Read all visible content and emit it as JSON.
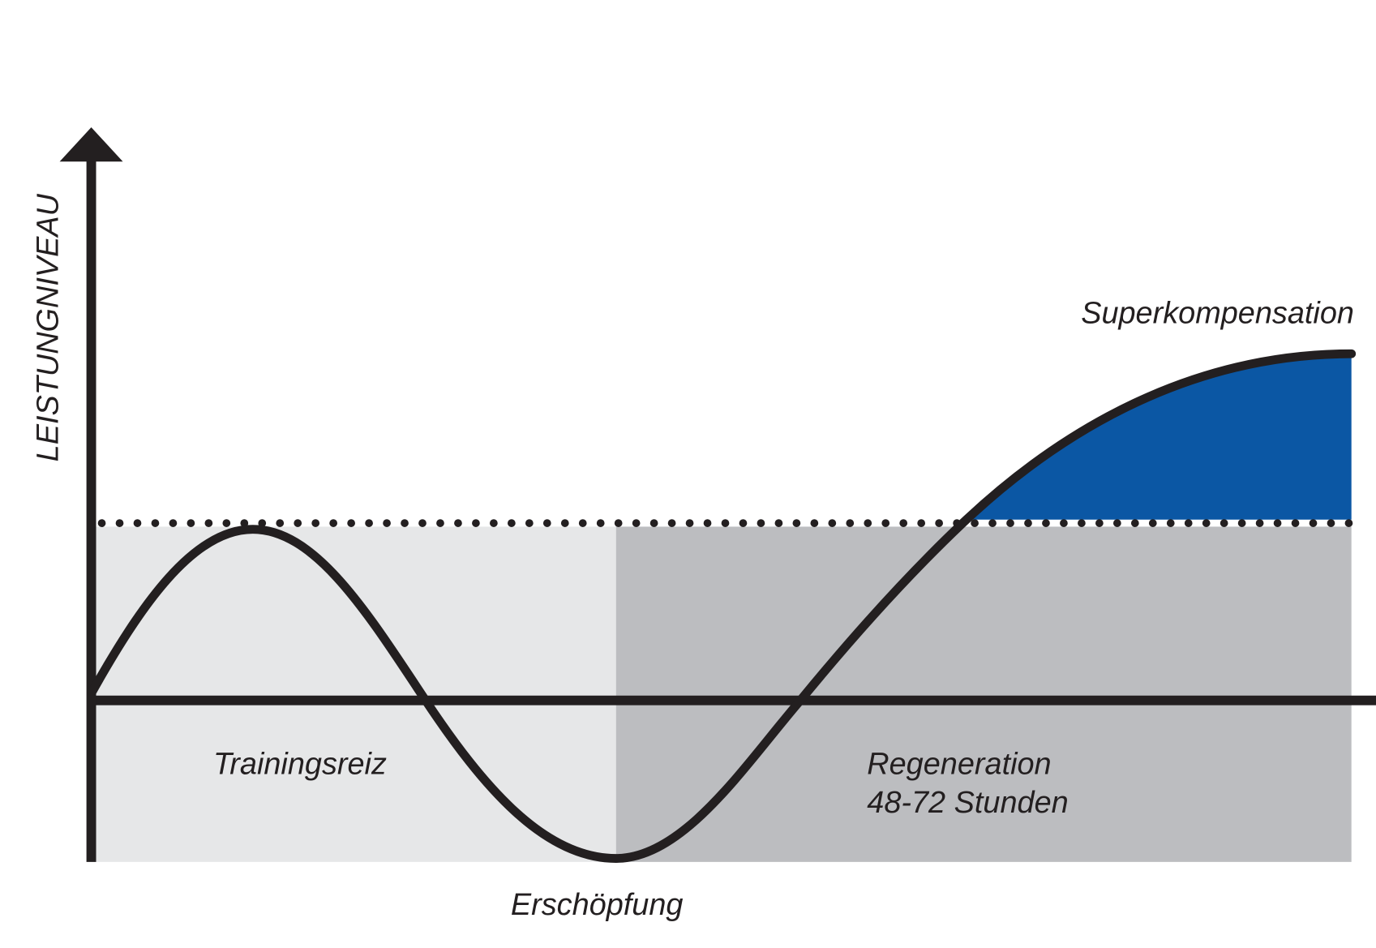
{
  "labels": {
    "y_axis": "LEISTUNGNIVEAU",
    "superkompensation": "Superkompensation",
    "trainingsreiz": "Trainingsreiz",
    "regeneration_line1": "Regeneration",
    "regeneration_line2": "48-72 Stunden",
    "erschoepfung": "Erschöpfung"
  },
  "colors": {
    "line": "#231f20",
    "training_zone": "#e6e7e8",
    "regeneration_zone": "#bcbdc0",
    "superkompensation_fill": "#0b57a4"
  }
}
